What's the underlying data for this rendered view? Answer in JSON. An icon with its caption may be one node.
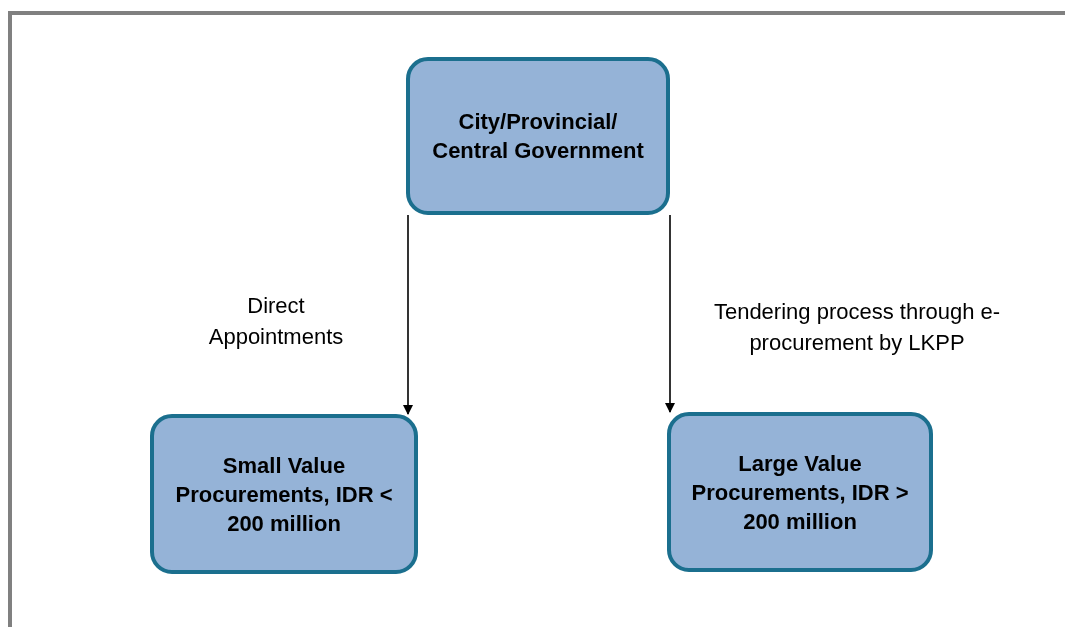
{
  "diagram": {
    "nodes": [
      {
        "text": [
          "City/Provincial/ Central Government"
        ]
      },
      {
        "text": [
          "Small Value Procurements, IDR < 200 million"
        ]
      },
      {
        "text": [
          "Large Value Procurements, IDR > 200 million"
        ]
      }
    ],
    "edges": [
      {
        "from": 0,
        "to": 1,
        "arrow": "to",
        "label": "Direct Appointments"
      },
      {
        "from": 0,
        "to": 2,
        "arrow": "to",
        "label": "Tendering process through e-procurement by LKPP"
      }
    ]
  }
}
